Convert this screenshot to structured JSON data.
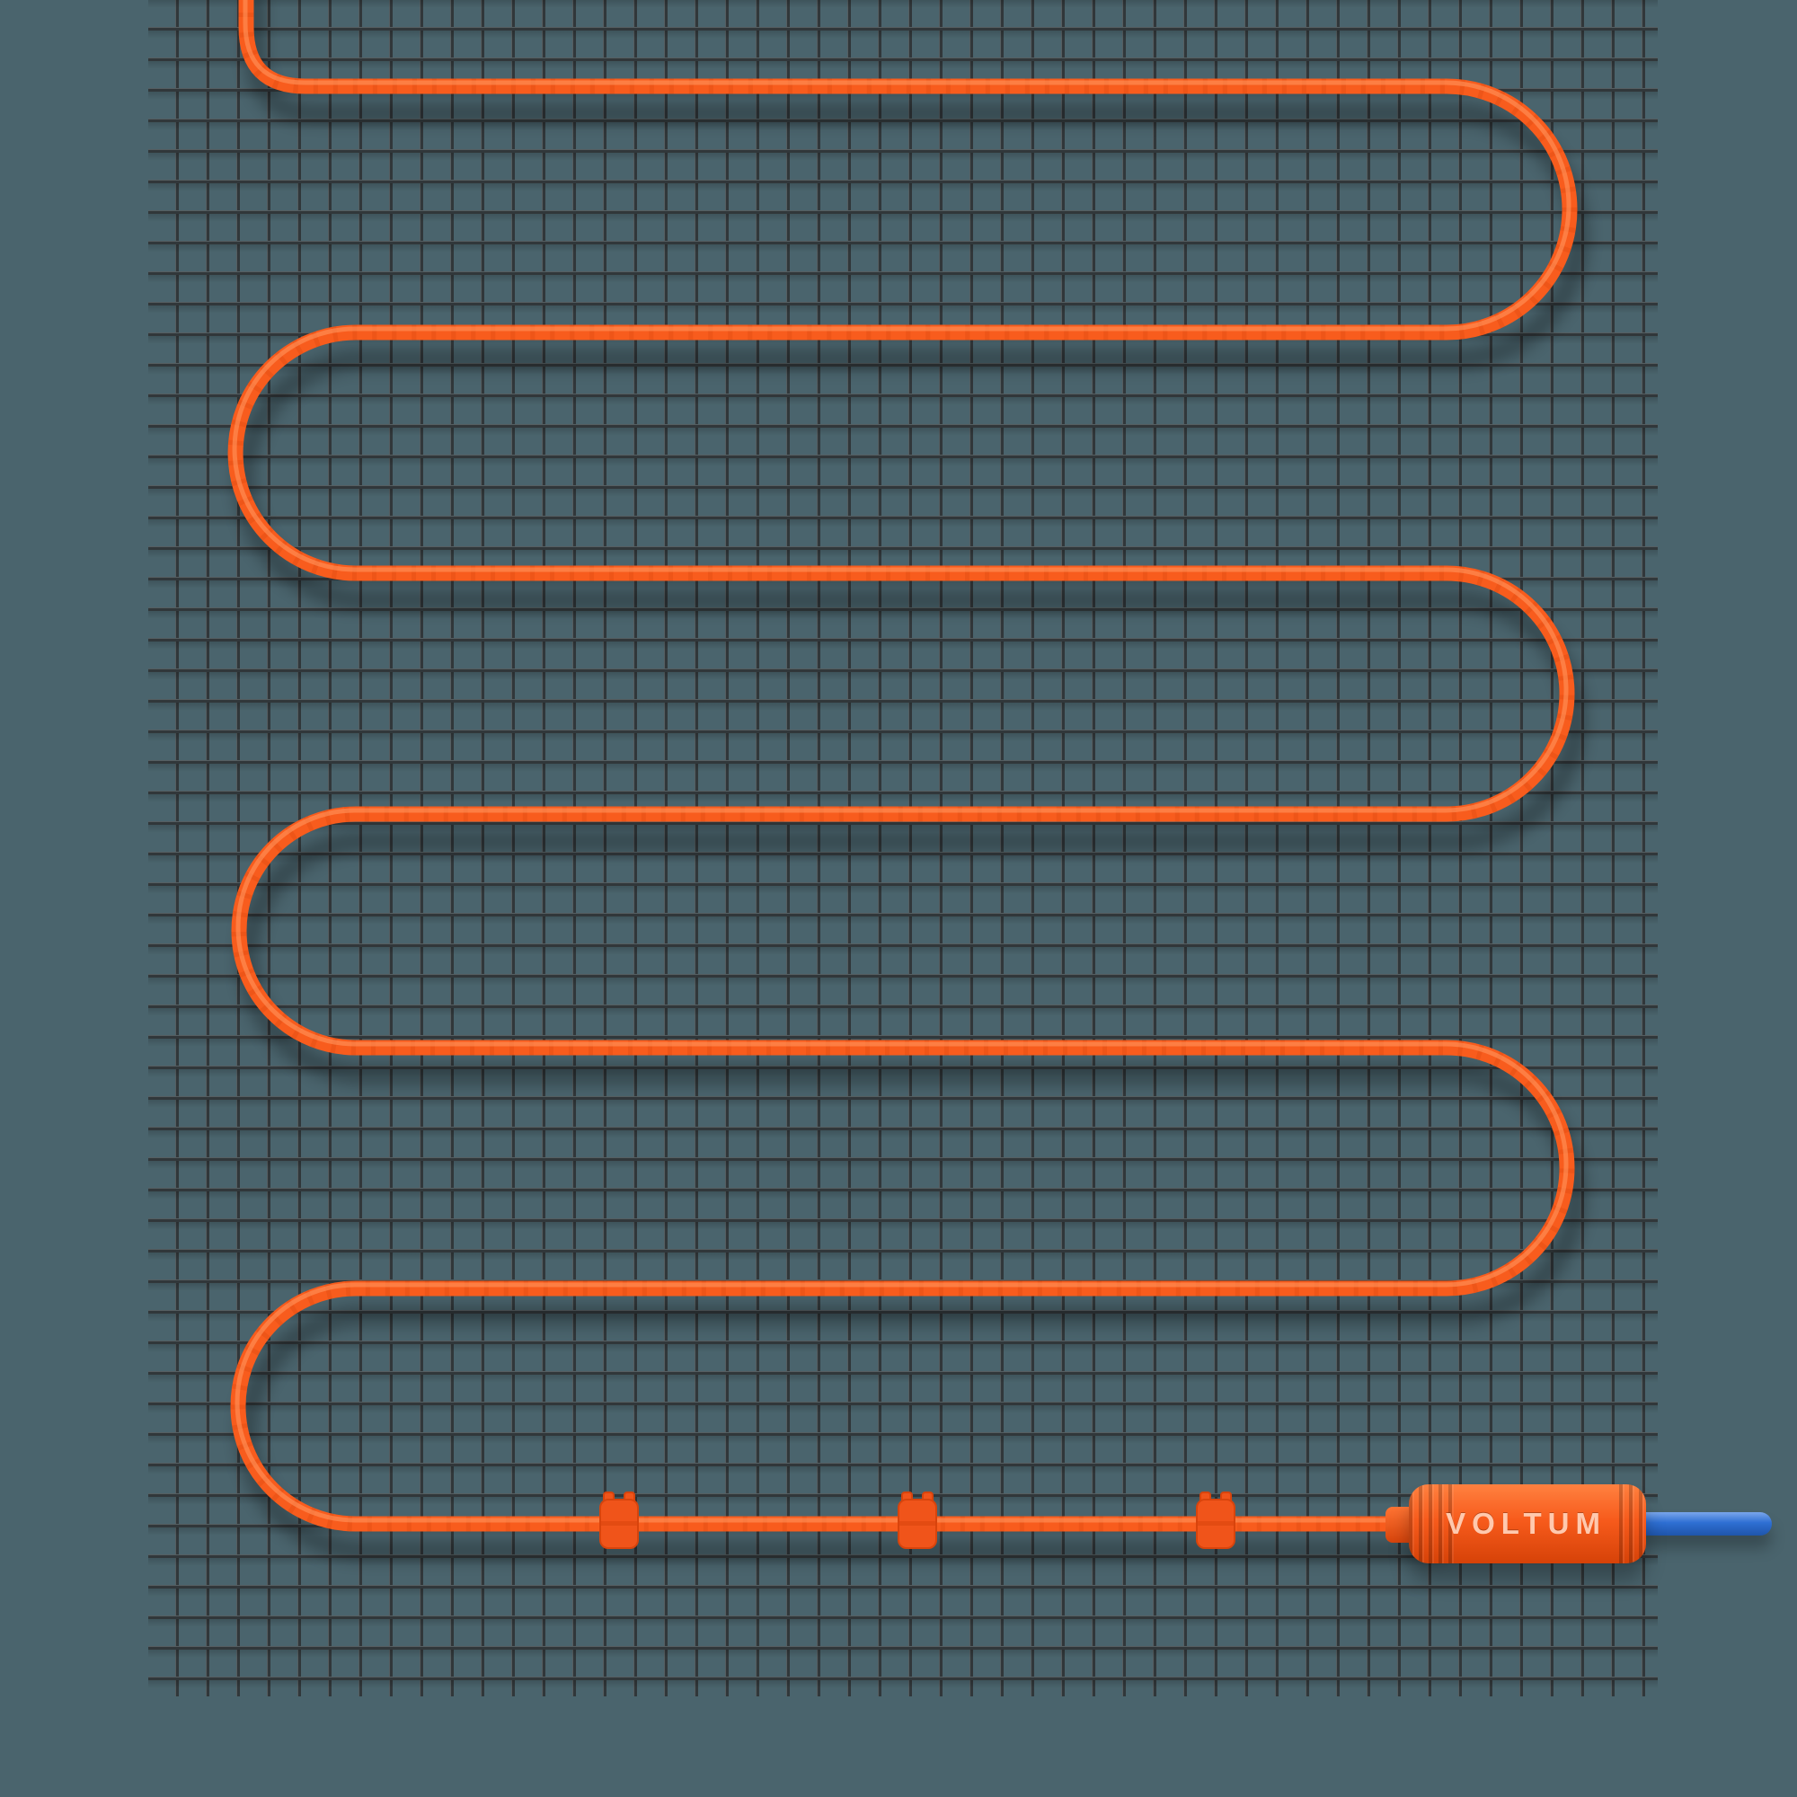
{
  "scene": {
    "connector": {
      "label": "VOLTUM"
    },
    "cable": {
      "runs": 7,
      "clip_count": 3
    },
    "colors": {
      "background": "#4a646d",
      "mesh_line_dark": "#31373a",
      "mesh_line_light": "#555e61",
      "cable": "#f85c1d",
      "cable_highlight": "#ff9057",
      "cable_dark": "#d8440c",
      "clip": "#f0541a",
      "connector_body": "#f75b1c",
      "connector_text": "#ffc9ae",
      "lead_wire": "#2e6fd3",
      "lead_wire_dark": "#1f55ab"
    }
  }
}
